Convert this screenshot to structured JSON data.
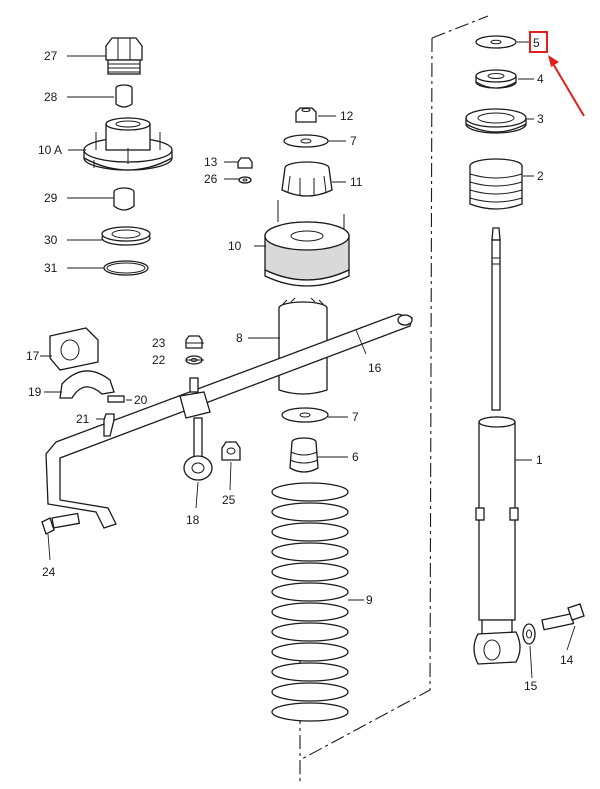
{
  "labels": {
    "p27": "27",
    "p28": "28",
    "p10a": "10 A",
    "p29": "29",
    "p30": "30",
    "p31": "31",
    "p12": "12",
    "p7a": "7",
    "p13": "13",
    "p26": "26",
    "p11": "11",
    "p10": "10",
    "p8": "8",
    "p23": "23",
    "p22": "22",
    "p17": "17",
    "p19": "19",
    "p20": "20",
    "p21": "21",
    "p16": "16",
    "p7b": "7",
    "p6": "6",
    "p9": "9",
    "p18": "18",
    "p25": "25",
    "p24": "24",
    "p5": "5",
    "p4": "4",
    "p3": "3",
    "p2": "2",
    "p1": "1",
    "p14": "14",
    "p15": "15"
  },
  "highlight": {
    "part": "5",
    "color": "#e0201a"
  }
}
